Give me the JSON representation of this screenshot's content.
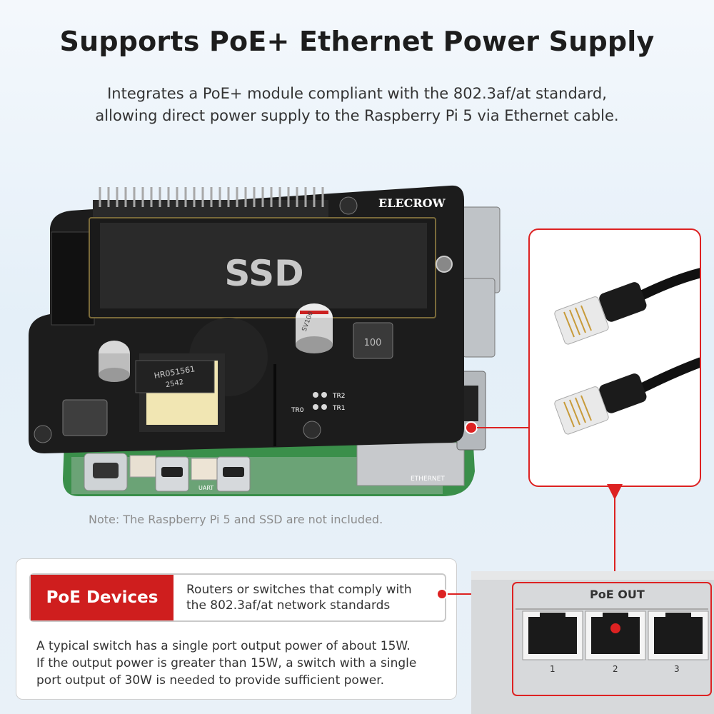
{
  "header": {
    "title": "Supports PoE+ Ethernet Power Supply",
    "subtitle_line1": "Integrates a PoE+ module compliant with the 802.3af/at standard,",
    "subtitle_line2": "allowing direct power supply to the Raspberry Pi 5 via Ethernet cable."
  },
  "board": {
    "brand": "ELECROW",
    "ssd_label": "SSD",
    "transformer_text": "HR051561",
    "transformer_text2": "2542",
    "inductor_text": "100",
    "cap_text": "SV100",
    "pin_labels": [
      "TR2",
      "TR1",
      "TR0"
    ],
    "ethernet_label": "ETHERNET",
    "uart_label": "UART"
  },
  "note": "Note: The Raspberry Pi 5 and SSD are not included.",
  "poe_devices": {
    "label": "PoE Devices",
    "desc_line1": "Routers or switches that comply with",
    "desc_line2": "the 802.3af/at network standards"
  },
  "info": {
    "line1": "A typical switch has a single port output power of about 15W.",
    "line2": "If the output power is greater than 15W, a switch with a single",
    "line3": "port output of 30W is needed to provide sufficient power."
  },
  "switch": {
    "label": "PoE OUT",
    "ports": [
      "1",
      "2",
      "3"
    ]
  },
  "colors": {
    "accent": "#d22222",
    "board": "#1c1c1c",
    "pcb_green": "#3a8f4a"
  },
  "icons": [
    "ethernet-cable-icon",
    "ethernet-port-icon"
  ]
}
